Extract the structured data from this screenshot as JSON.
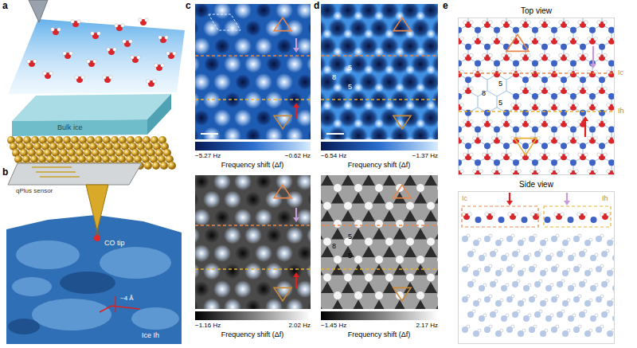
{
  "diagram": {
    "nodes": [
      {
        "text": [
          "Top view"
        ]
      },
      {
        "text": [
          "Side view"
        ]
      }
    ],
    "labels": [
      "a",
      "Bulk ice",
      "b",
      "qPlus sensor",
      "CO tip",
      "~4 Å",
      "Ice Ih",
      "c",
      "−5.27 Hz",
      "−0.62 Hz",
      "Frequency shift (Δf)",
      "−1.16 Hz",
      "2.02 Hz",
      "Frequency shift (Δf)",
      "d",
      "8",
      "5",
      "5",
      "−6.54 Hz",
      "−1.37 Hz",
      "Frequency shift (Δf)",
      "8",
      "5",
      "5",
      "−1.45 Hz",
      "2.17 Hz",
      "Frequency shift (Δf)",
      "e",
      "Ic",
      "8",
      "5",
      "5",
      "Ih",
      "Ic",
      "Ih"
    ]
  }
}
